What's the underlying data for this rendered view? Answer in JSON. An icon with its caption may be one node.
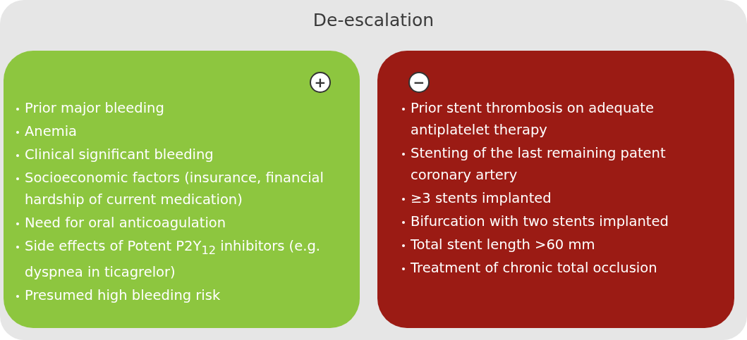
{
  "diagram": {
    "nodes": [
      {
        "text": [
          "De-escalation"
        ]
      },
      {
        "text": [
          "Prior major bleeding",
          "Anemia",
          "Clinical significant bleeding",
          "Socioeconomic factors (insurance, financial hardship of current medication)",
          "Need for oral anticoagulation",
          "Side effects of Potent P2Y$_{12}$ inhibitors (e.g. dyspnea in ticagrelor)",
          "Presumed high bleeding risk"
        ],
        "in": 0
      },
      {
        "text": [
          "+"
        ],
        "in": 1
      },
      {
        "text": [
          "Prior stent thrombosis on adequate antiplatelet therapy",
          "Stenting of the last remaining patent coronary artery",
          "≥3 stents implanted",
          "Bifurcation with two stents implanted",
          "Total stent length >60 mm",
          "Treatment of chronic total occlusion"
        ],
        "in": 0
      },
      {
        "text": [
          "−"
        ],
        "in": 3
      }
    ]
  }
}
